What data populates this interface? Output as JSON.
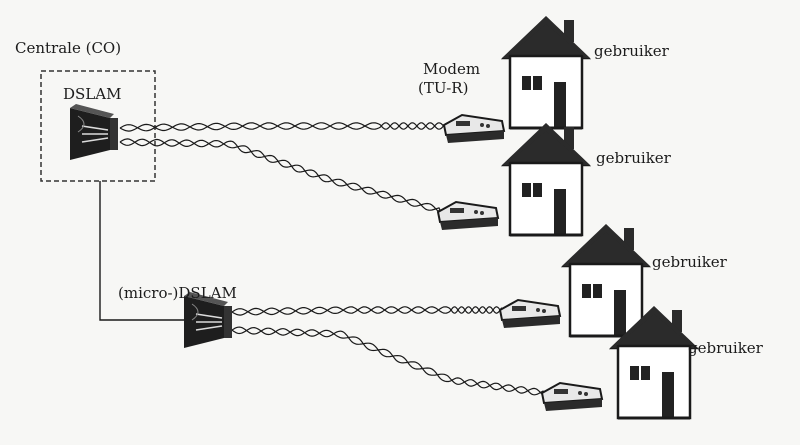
{
  "central_office": {
    "label": "Centrale (CO)",
    "dslam_label": "DSLAM"
  },
  "modem_label": {
    "line1": "Modem",
    "line2": "(TU-R)"
  },
  "micro_dslam_label": "(micro-)DSLAM",
  "users": [
    {
      "label": "gebruiker"
    },
    {
      "label": "gebruiker"
    },
    {
      "label": "gebruiker"
    },
    {
      "label": "gebruiker"
    }
  ],
  "colors": {
    "ink": "#1a1a1a",
    "paper": "#f7f7f5",
    "house_roof": "#2b2b2b",
    "box_dash": "#333333"
  }
}
